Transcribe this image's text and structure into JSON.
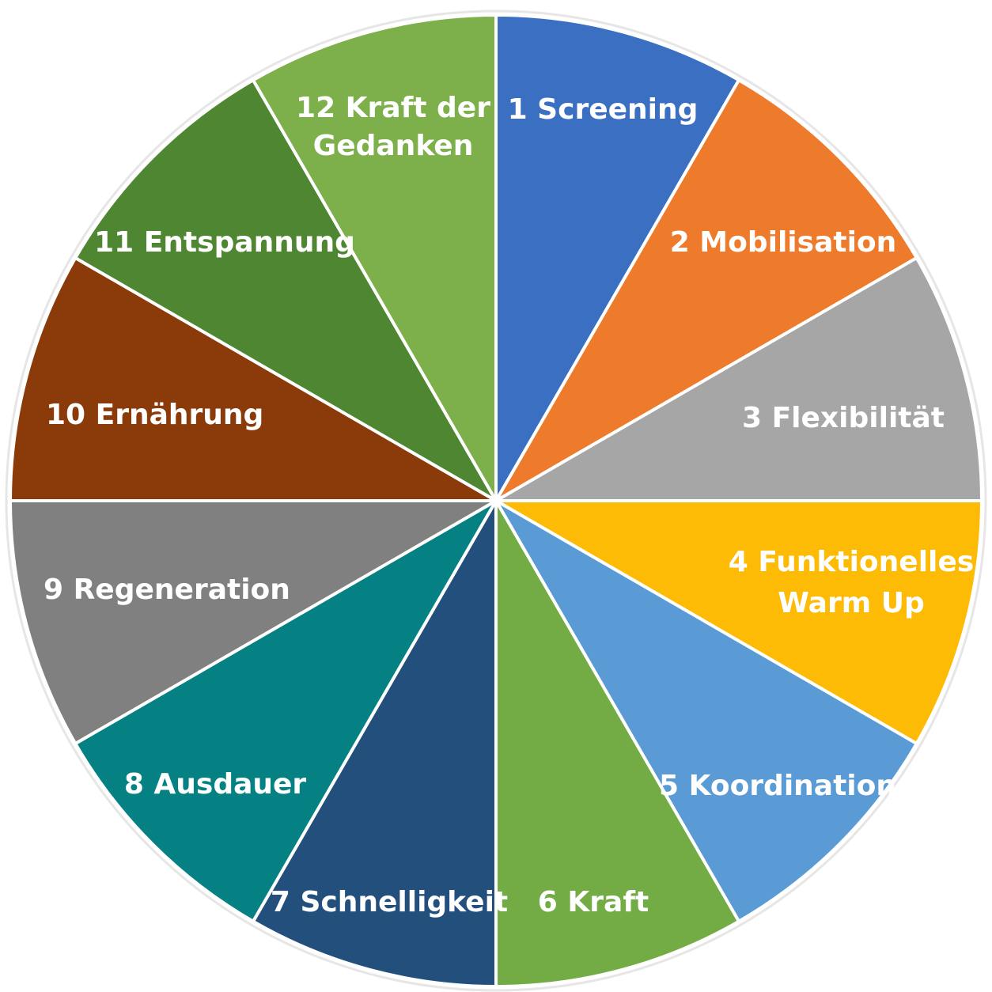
{
  "chart_data": {
    "type": "pie",
    "start_angle_deg": 0,
    "direction": "clockwise",
    "slices": [
      {
        "label": "1 Screening",
        "lines": [
          "1 Screening"
        ],
        "value": 1,
        "color": "#3B6FC2"
      },
      {
        "label": "2 Mobilisation",
        "lines": [
          "2 Mobilisation"
        ],
        "value": 1,
        "color": "#EE7A2B"
      },
      {
        "label": "3 Flexibilität",
        "lines": [
          "3 Flexibilität"
        ],
        "value": 1,
        "color": "#A6A6A6"
      },
      {
        "label": "4 Funktionelles Warm Up",
        "lines": [
          "4 Funktionelles",
          "Warm Up"
        ],
        "value": 1,
        "color": "#FDBB05"
      },
      {
        "label": "5 Koordination",
        "lines": [
          "5 Koordination"
        ],
        "value": 1,
        "color": "#5A9BD6"
      },
      {
        "label": "6 Kraft",
        "lines": [
          "6 Kraft"
        ],
        "value": 1,
        "color": "#73AC45"
      },
      {
        "label": "7 Schnelligkeit",
        "lines": [
          "7 Schnelligkeit"
        ],
        "value": 1,
        "color": "#224F7C"
      },
      {
        "label": "8 Ausdauer",
        "lines": [
          "8 Ausdauer"
        ],
        "value": 1,
        "color": "#058183"
      },
      {
        "label": "9 Regeneration",
        "lines": [
          "9 Regeneration"
        ],
        "value": 1,
        "color": "#808080"
      },
      {
        "label": "10 Ernährung",
        "lines": [
          "10 Ernährung"
        ],
        "value": 1,
        "color": "#8B3A09"
      },
      {
        "label": "11 Entspannung",
        "lines": [
          "11 Entspannung"
        ],
        "value": 1,
        "color": "#4F8632"
      },
      {
        "label": "12 Kraft der Gedanken",
        "lines": [
          "12 Kraft der",
          "Gedanken"
        ],
        "value": 1,
        "color": "#7DB04A"
      }
    ]
  }
}
